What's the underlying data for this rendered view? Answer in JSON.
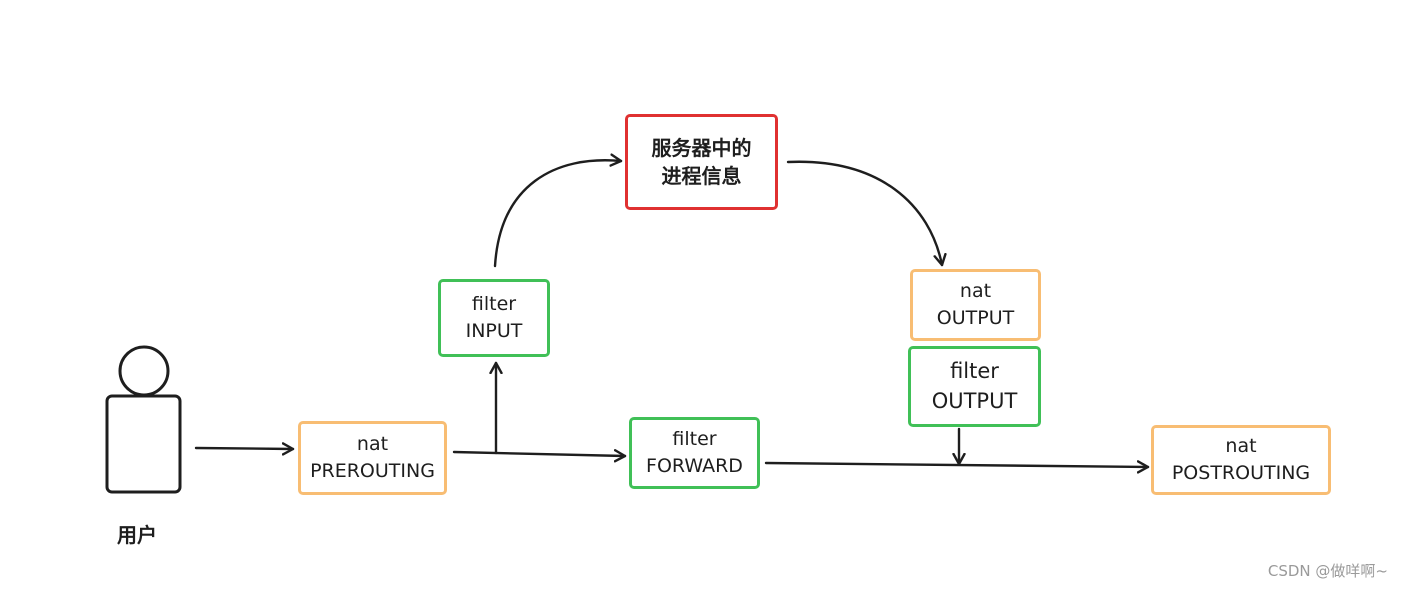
{
  "user": {
    "label": "用户"
  },
  "nodes": {
    "nat_prerouting": {
      "line1": "nat",
      "line2": "PREROUTING",
      "color": "#f8bd73"
    },
    "filter_input": {
      "line1": "filter",
      "line2": "INPUT",
      "color": "#40c057"
    },
    "process": {
      "line1": "服务器中的",
      "line2": "进程信息",
      "color": "#e03131"
    },
    "filter_forward": {
      "line1": "filter",
      "line2": "FORWARD",
      "color": "#40c057"
    },
    "nat_output": {
      "line1": "nat",
      "line2": "OUTPUT",
      "color": "#f8bd73"
    },
    "filter_output": {
      "line1": "filter",
      "line2": "OUTPUT",
      "color": "#40c057"
    },
    "nat_postrouting": {
      "line1": "nat",
      "line2": "POSTROUTING",
      "color": "#f8bd73"
    }
  },
  "watermark": "CSDN @做咩啊~"
}
